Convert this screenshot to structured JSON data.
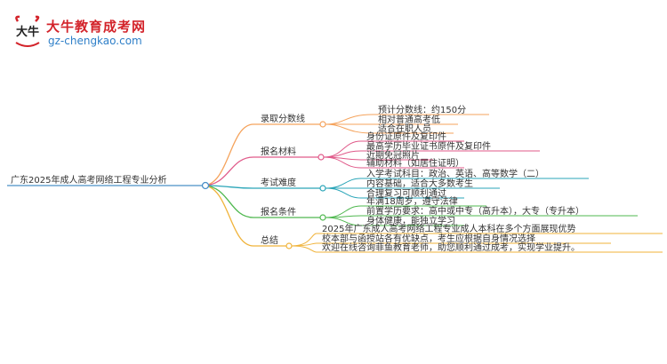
{
  "brand": {
    "logo_glyph": "大牛",
    "title": "大牛教育成考网",
    "url": "gz-chengkao.com"
  },
  "colors": {
    "brand_red": "#d3232a",
    "url_blue": "#2e7fc8",
    "branch_1": "#f5a35c",
    "branch_2": "#e05a8a",
    "branch_3": "#2aa5b8",
    "branch_4": "#4fb84f",
    "branch_5": "#f0b33a"
  },
  "mindmap": {
    "root": "广东2025年成人高考网络工程专业分析",
    "branches": [
      {
        "label": "录取分数线",
        "leaves": [
          "预计分数线：约150分",
          "相对普通高考低",
          "适合在职人员"
        ]
      },
      {
        "label": "报名材料",
        "leaves": [
          "身份证原件及复印件",
          "最高学历毕业证书原件及复印件",
          "近期免冠照片",
          "辅助材料（如居住证明）"
        ]
      },
      {
        "label": "考试难度",
        "leaves": [
          "入学考试科目：政治、英语、高等数学（二）",
          "内容基础，适合大多数考生",
          "合理复习可顺利通过"
        ]
      },
      {
        "label": "报名条件",
        "leaves": [
          "年满18周岁，遵守法律",
          "前置学历要求：高中或中专（高升本），大专（专升本）",
          "身体健康，能独立学习"
        ]
      },
      {
        "label": "总结",
        "leaves": [
          "2025年广东成人高考网络工程专业成人本科在多个方面展现优势",
          "校本部与函授站各有优缺点，考生应根据自身情况选择",
          "欢迎在线咨询菲鱼教育老师，助您顺利通过成考，实现学业提升。"
        ]
      }
    ]
  }
}
